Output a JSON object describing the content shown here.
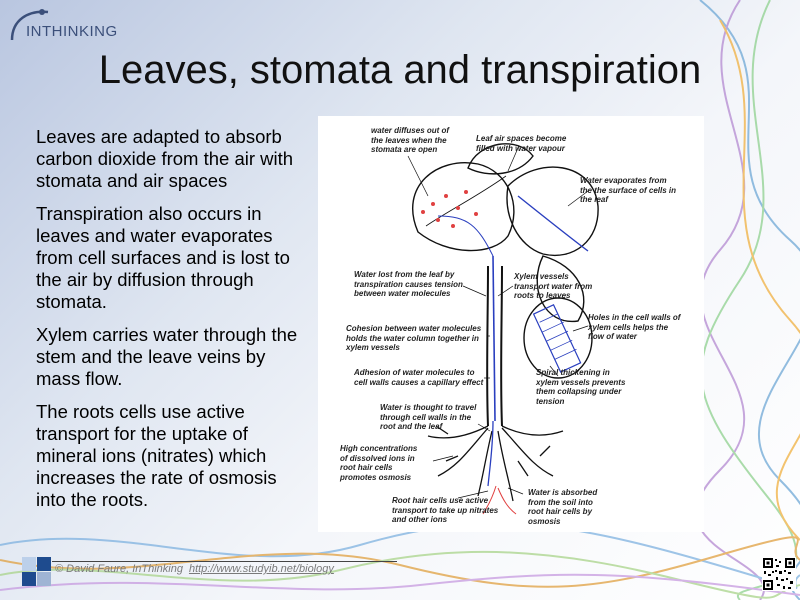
{
  "slide": {
    "logo_text": "INTHINKING",
    "title": "Leaves, stomata and transpiration",
    "bullets": [
      "Leaves are adapted to absorb carbon dioxide from the air with stomata and air spaces",
      "Transpiration also occurs in leaves and water evaporates from cell surfaces and is lost to the air by diffusion through stomata.",
      "Xylem carries water through the stem and the leave veins by mass flow.",
      "The roots cells use active transport for the uptake of mineral ions (nitrates) which increases the rate of osmosis into the roots."
    ]
  },
  "figure": {
    "annotations": {
      "water_diffuses": "water diffuses out of the leaves when the stomata are open",
      "leaf_air_spaces": "Leaf air spaces become filled with water vapour",
      "water_evaporates": "Water evaporates from the the surface of cells in the leaf",
      "water_lost": "Water lost from the leaf by transpiration causes tension between water molecules",
      "xylem_vessels": "Xylem vessels transport water from roots to leaves",
      "holes": "Holes in the cell walls of xylem cells helps the flow of water",
      "cohesion": "Cohesion between water molecules holds the water column together in xylem vessels",
      "adhesion": "Adhesion of water molecules to cell walls causes a capillary effect",
      "spiral": "Spiral thickening in xylem vessels prevents them collapsing under tension",
      "water_travel": "Water is thought to travel through cell walls in the root and the leaf",
      "high_conc": "High concentrations of dissolved ions in root hair cells promotes osmosis",
      "root_hair": "Root hair cells use active transport to take up nitrates and other ions",
      "water_absorbed": "Water is absorbed from the soil into root hair cells by osmosis"
    }
  },
  "footer": {
    "copyright": "© David Faure, InThinking",
    "link": "http://www.studyib.net/biology"
  },
  "colors": {
    "title": "#111111",
    "logo": "#3b4f7a",
    "xylem_blue": "#2a3fbf",
    "stoma_red": "#e04040"
  }
}
